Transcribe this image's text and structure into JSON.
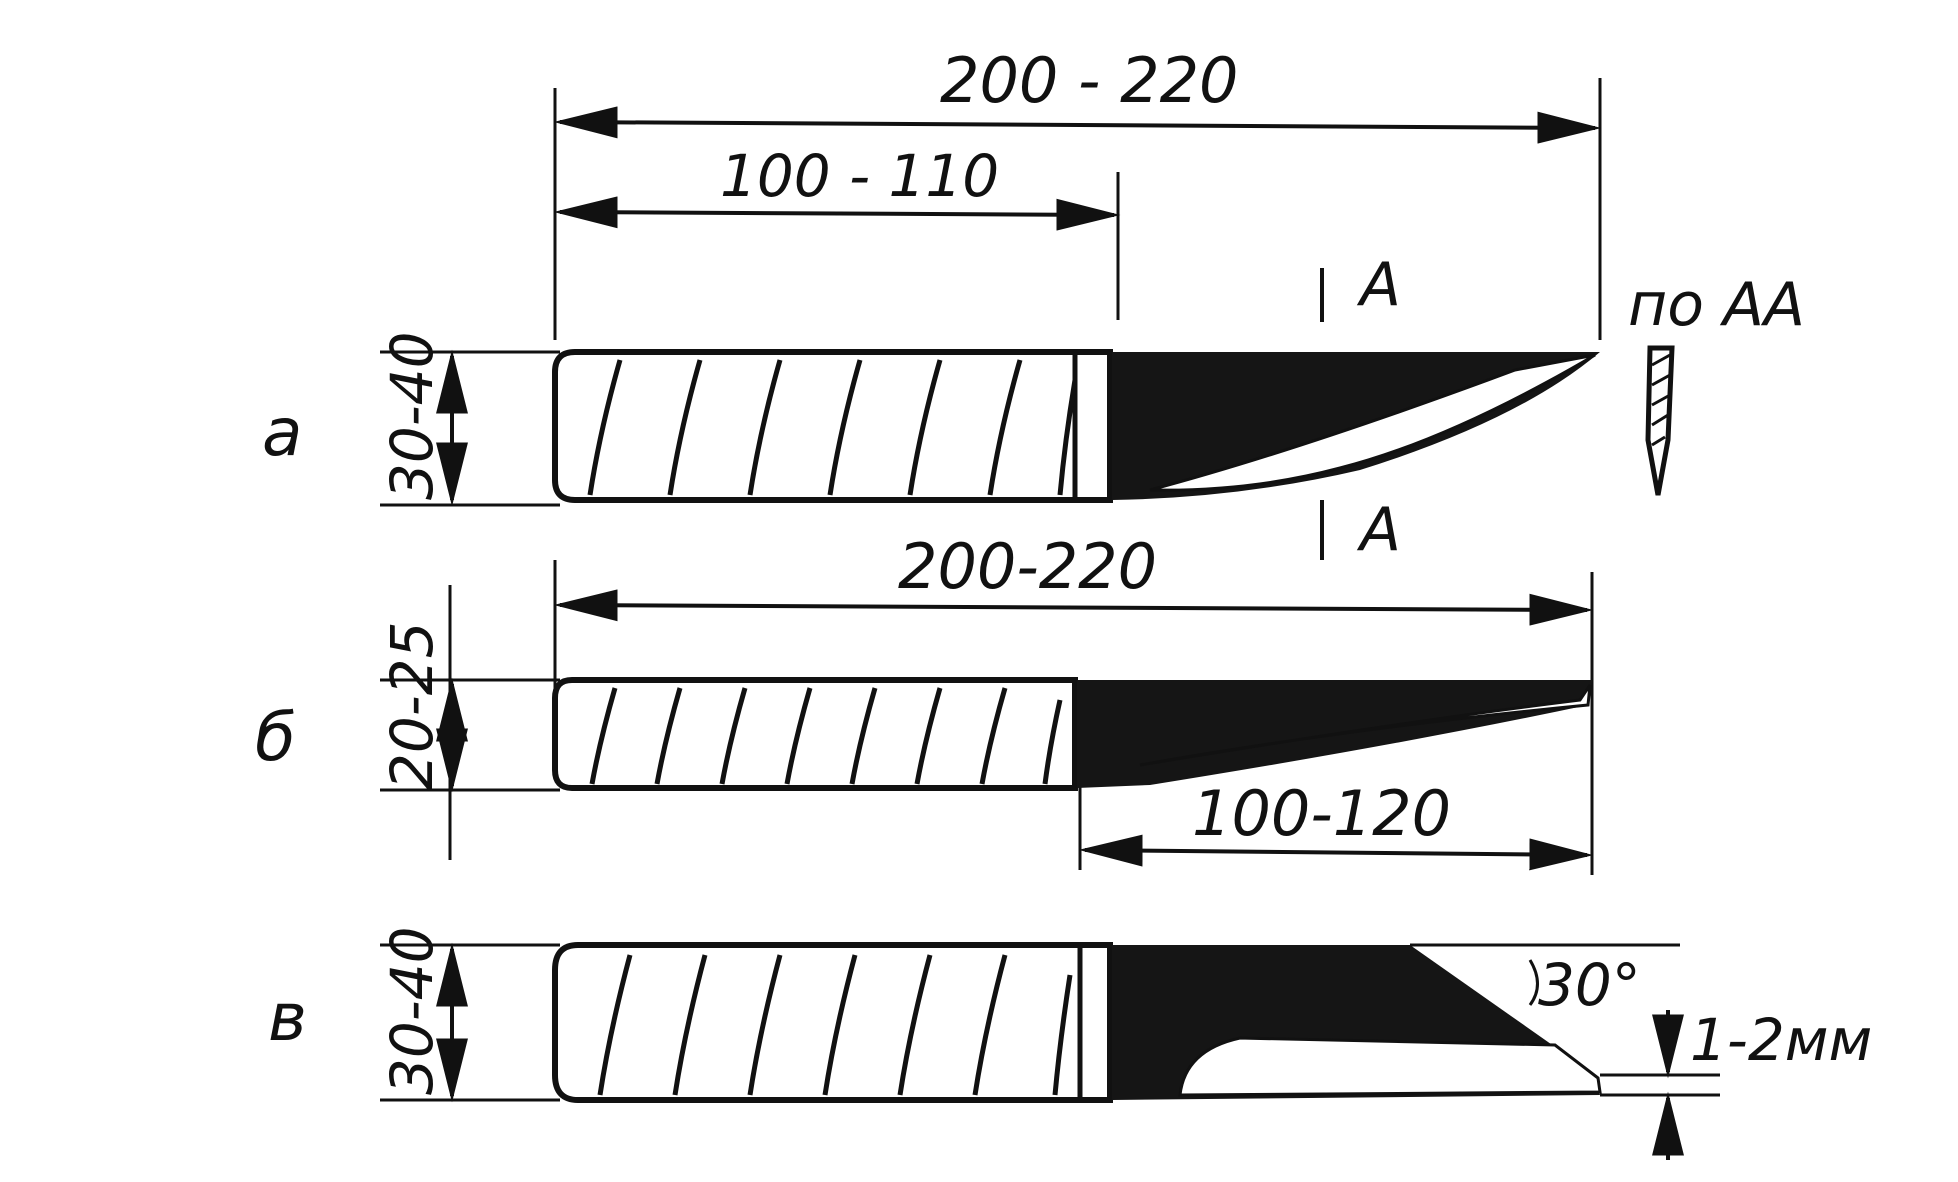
{
  "knife_a": {
    "label": "а",
    "overall_length": "200 - 220",
    "handle_length": "100 - 110",
    "width": "30-40",
    "section_mark_top": "A",
    "section_mark_bottom": "A",
    "section_label": "по АА"
  },
  "knife_b": {
    "label": "б",
    "overall_length": "200-220",
    "blade_length": "100-120",
    "width": "20-25"
  },
  "knife_v": {
    "label": "в",
    "width": "30-40",
    "angle": "30°",
    "thickness": "1-2мм"
  }
}
